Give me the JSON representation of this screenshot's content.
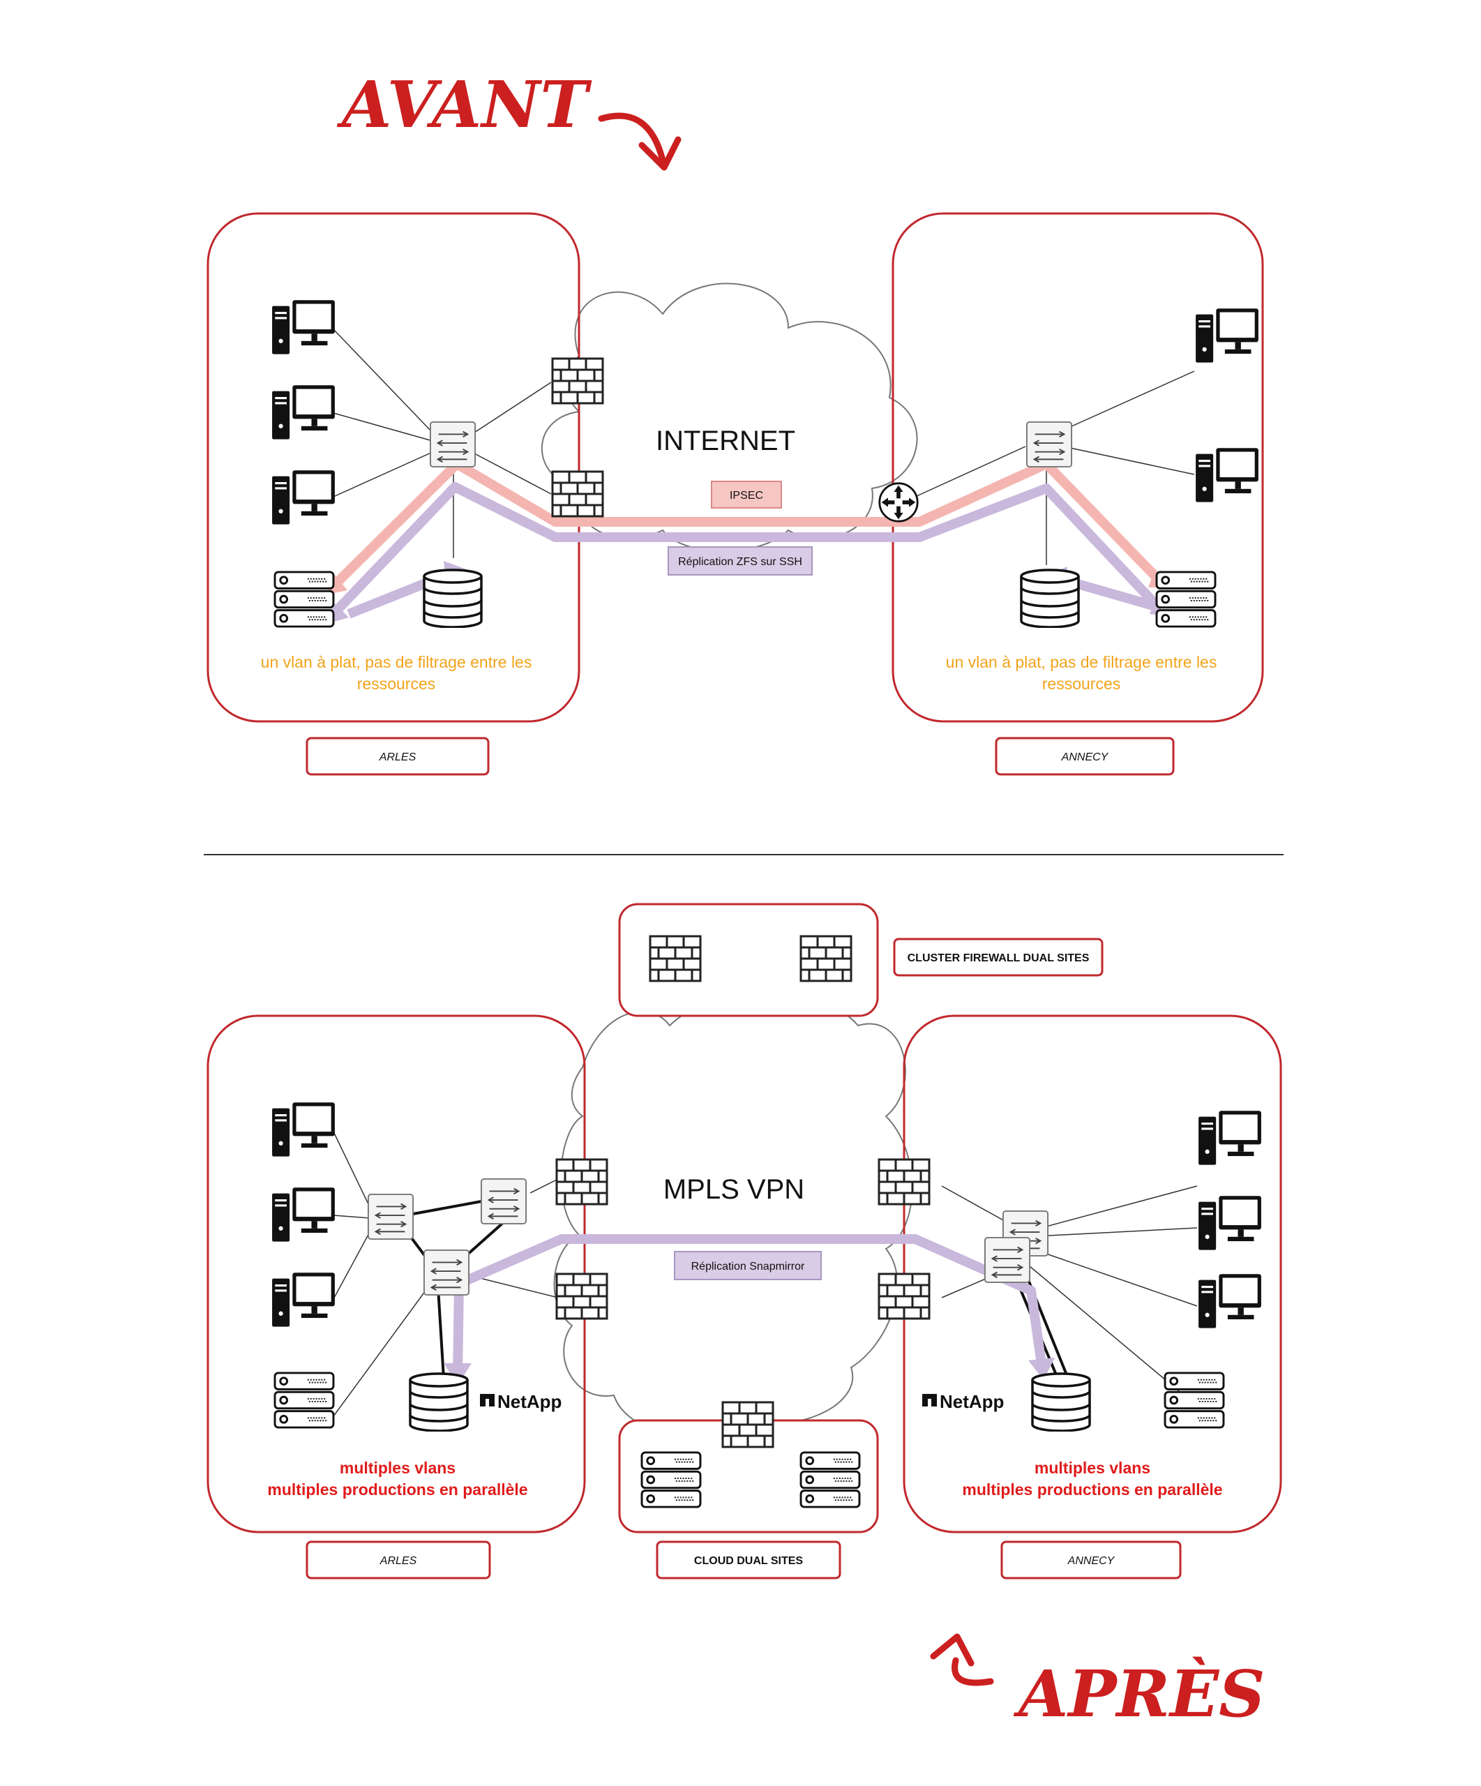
{
  "annotations": {
    "before": "AVANT",
    "after": "APRÈS"
  },
  "before": {
    "cloud_label": "INTERNET",
    "tunnel_label": "IPSEC",
    "replication_label": "Réplication ZFS sur SSH",
    "left_site": {
      "name": "ARLES",
      "note_line1": "un vlan à plat, pas de filtrage entre les",
      "note_line2": "ressources"
    },
    "right_site": {
      "name": "ANNECY",
      "note_line1": "un vlan à plat, pas de filtrage entre les",
      "note_line2": "ressources"
    }
  },
  "after": {
    "cloud_label": "MPLS VPN",
    "replication_label": "Réplication Snapmirror",
    "firewall_cluster_label": "CLUSTER FIREWALL DUAL SITES",
    "cloud_sites_label": "CLOUD DUAL SITES",
    "storage_brand": "NetApp",
    "left_site": {
      "name": "ARLES",
      "note_line1": "multiples vlans",
      "note_line2": "multiples productions en parallèle"
    },
    "right_site": {
      "name": "ANNECY",
      "note_line1": "multiples vlans",
      "note_line2": "multiples productions en parallèle"
    }
  },
  "colors": {
    "frame": "#c0282d",
    "ipsec_path": "#f4b5b0",
    "replication_path": "#c9b8dc",
    "note_orange": "#f2a31b",
    "note_red": "#e01b1b",
    "annotation": "#cc1f1f"
  },
  "icons": [
    "desktop-computer-icon",
    "network-switch-icon",
    "firewall-icon",
    "server-rack-icon",
    "database-icon",
    "router-icon",
    "cloud-icon",
    "netapp-logo"
  ]
}
